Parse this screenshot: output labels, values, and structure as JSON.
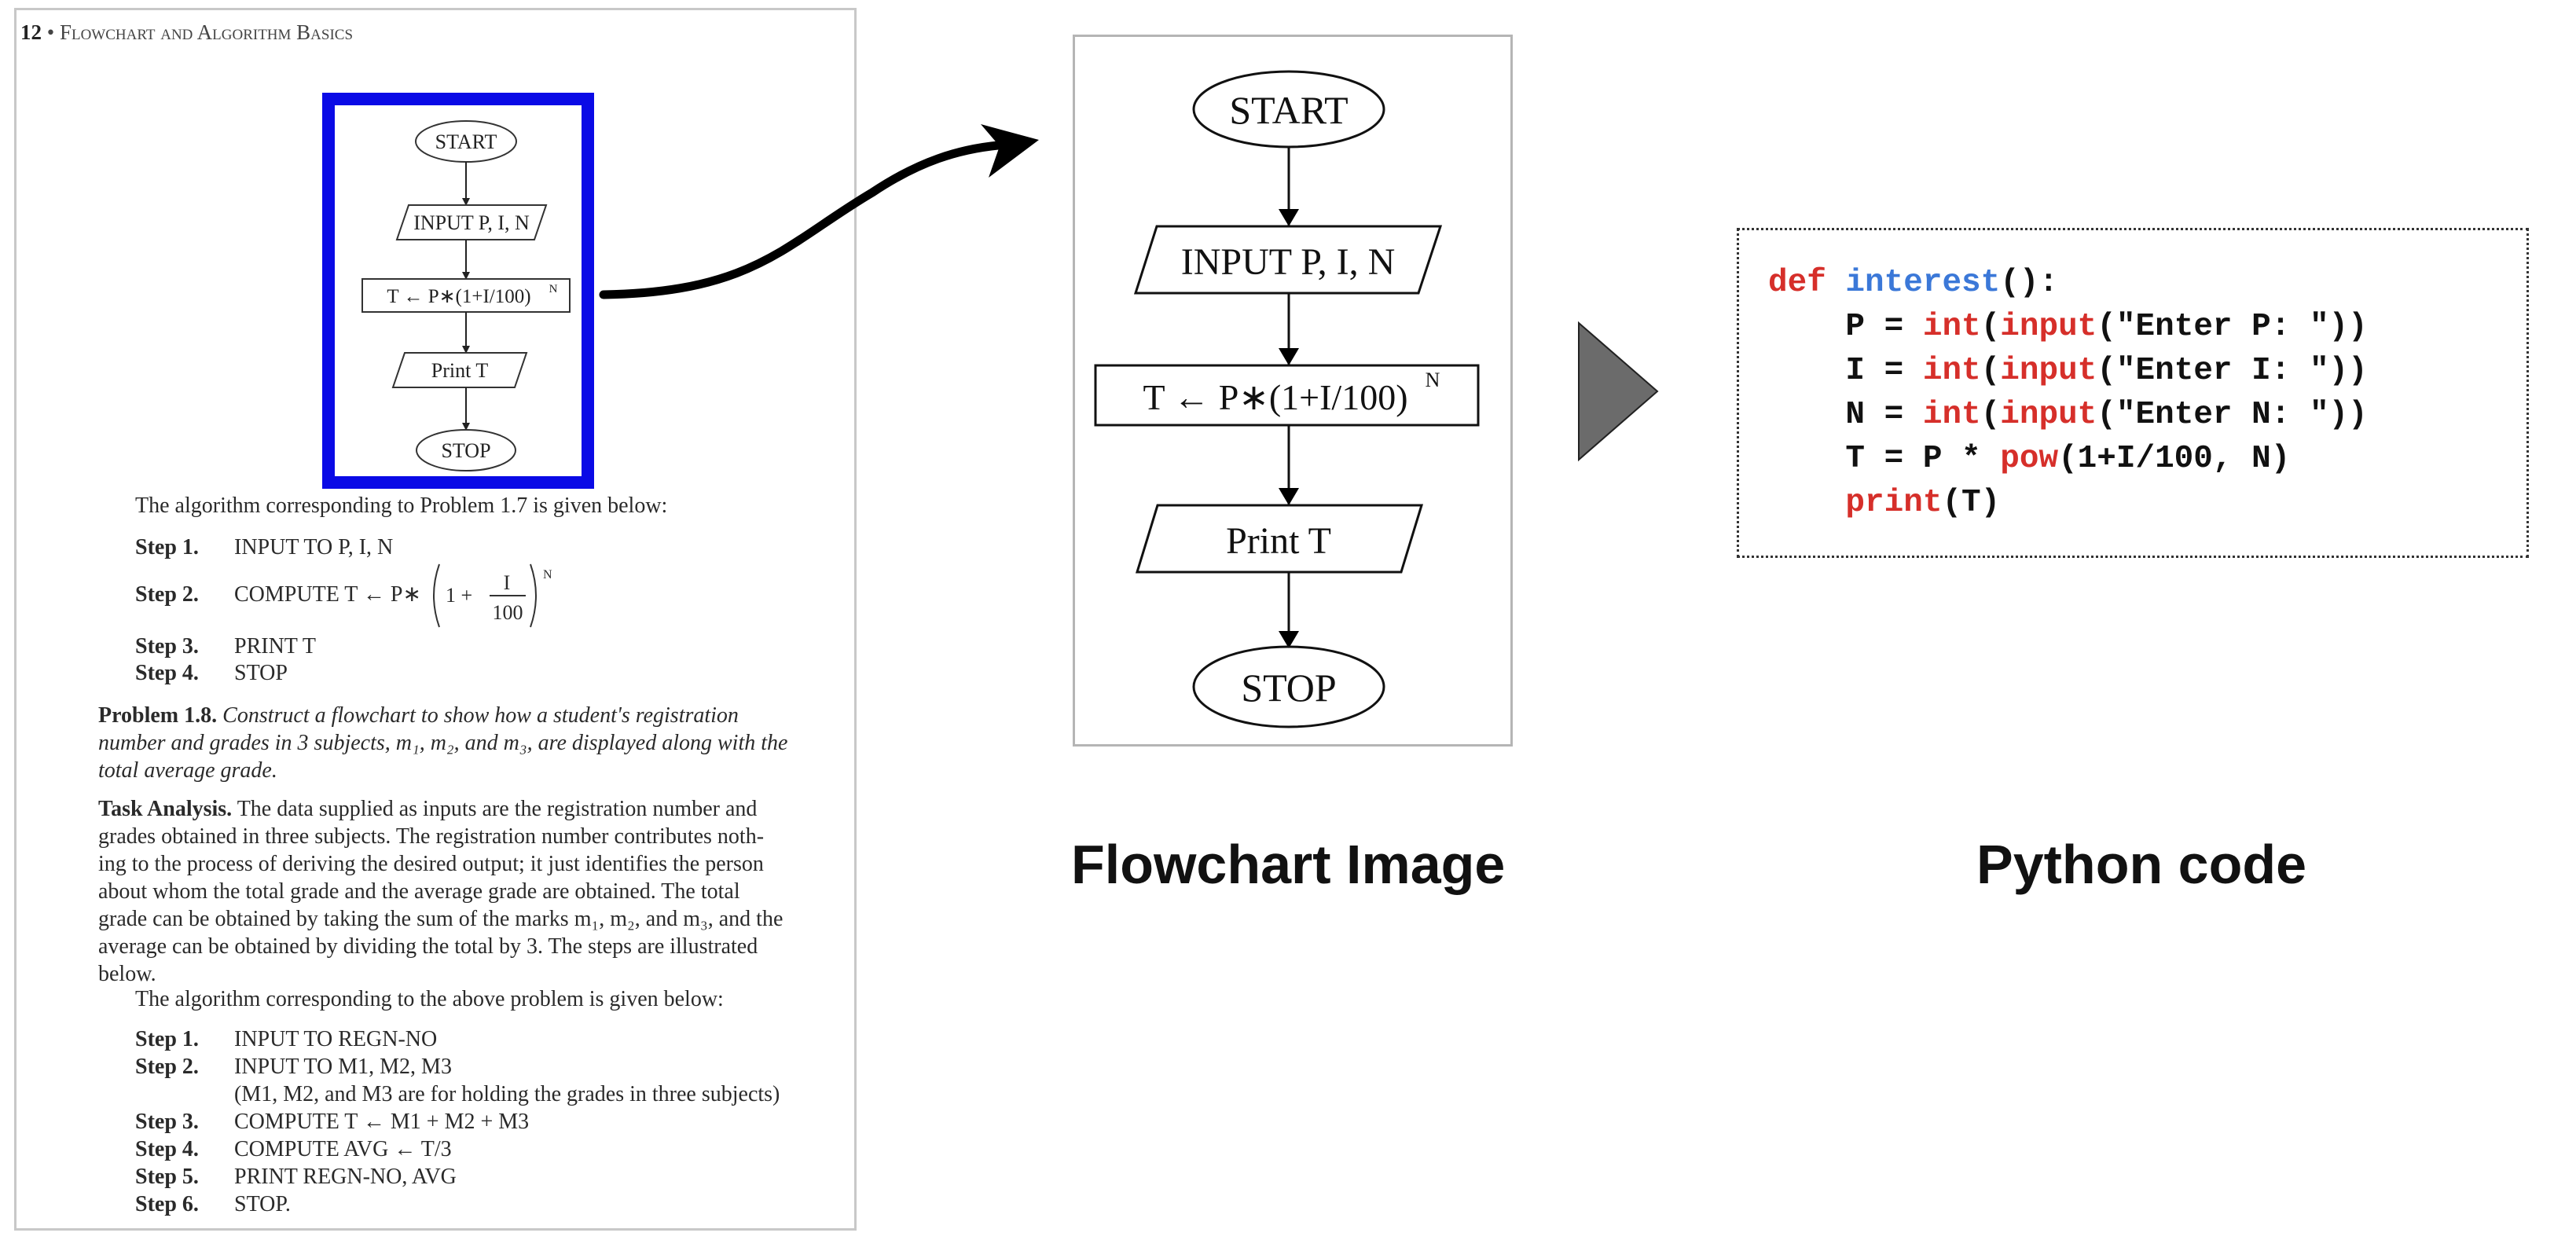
{
  "page": {
    "header": {
      "number": "12",
      "bullet": "•",
      "title": "Flowchart and Algorithm Basics"
    },
    "small_flowchart": {
      "start": "START",
      "input": "INPUT P, I, N",
      "process": "T ← P∗(1+I/100)",
      "process_sup": "N",
      "print": "Print T",
      "stop": "STOP"
    },
    "algo1": {
      "intro": "The algorithm corresponding to Problem 1.7 is given below:",
      "steps": [
        {
          "label": "Step 1.",
          "text": "INPUT TO P, I, N"
        },
        {
          "label": "Step 2.",
          "text": "COMPUTE  T ← P∗",
          "frac_one": "1 +",
          "frac_num": "I",
          "frac_den": "100",
          "sup": "N"
        },
        {
          "label": "Step 3.",
          "text": "PRINT T"
        },
        {
          "label": "Step 4.",
          "text": "STOP"
        }
      ]
    },
    "problem": {
      "label": "Problem 1.8.",
      "lines": [
        "Construct a flowchart to show how a student's registration",
        "number and grades in 3 subjects, m₁, m₂, and m₃, are displayed along with the",
        "total average grade."
      ]
    },
    "task": {
      "label": "Task Analysis.",
      "lines": [
        "The data supplied as inputs are the registration number and",
        "grades obtained in three subjects. The registration number contributes noth-",
        "ing to the process of deriving the desired output; it just identifies the person",
        "about whom the total grade and the average grade are obtained. The total",
        "grade can be obtained by taking the sum of the marks m₁, m₂, and m₃, and the",
        "average can be obtained by dividing the total by 3. The steps are illustrated",
        "below."
      ]
    },
    "algo2": {
      "intro": "The algorithm corresponding to the above problem is given below:",
      "steps": [
        {
          "label": "Step 1.",
          "text": "INPUT TO REGN-NO"
        },
        {
          "label": "Step 2.",
          "text": "INPUT TO M1, M2, M3"
        },
        {
          "label": "",
          "text": "(M1, M2, and M3 are for holding the grades in three subjects)"
        },
        {
          "label": "Step 3.",
          "text": "COMPUTE T ← M1 + M2 + M3"
        },
        {
          "label": "Step 4.",
          "text": "COMPUTE AVG ← T/3"
        },
        {
          "label": "Step 5.",
          "text": "PRINT REGN-NO, AVG"
        },
        {
          "label": "Step 6.",
          "text": "STOP."
        }
      ]
    }
  },
  "flowchart": {
    "start": "START",
    "input": "INPUT P, I, N",
    "process": "T ← P∗(1+I/100)",
    "process_sup": "N",
    "print": "Print T",
    "stop": "STOP"
  },
  "captions": {
    "flowchart": "Flowchart Image",
    "python": "Python code"
  },
  "code": {
    "def_kw": "def",
    "func_name": "interest",
    "func_tail": "():",
    "lines": [
      {
        "var": "    P = ",
        "c1": "int",
        "p1": "(",
        "c2": "input",
        "rest": "(\"Enter P: \"))"
      },
      {
        "var": "    I = ",
        "c1": "int",
        "p1": "(",
        "c2": "input",
        "rest": "(\"Enter I: \"))"
      },
      {
        "var": "    N = ",
        "c1": "int",
        "p1": "(",
        "c2": "input",
        "rest": "(\"Enter N: \"))"
      }
    ],
    "tline": {
      "var": "    T = P * ",
      "fn": "pow",
      "rest": "(1+I/100, N)"
    },
    "pline": {
      "indent": "    ",
      "fn": "print",
      "rest": "(T)"
    }
  },
  "colors": {
    "highlight": "#0a0ae6",
    "keyword": "#d62f2a",
    "function_name": "#3b78d8",
    "play_triangle": "#6b6b6b"
  },
  "icons": {
    "play": "play-triangle-icon",
    "arrow": "curved-arrow-icon"
  }
}
